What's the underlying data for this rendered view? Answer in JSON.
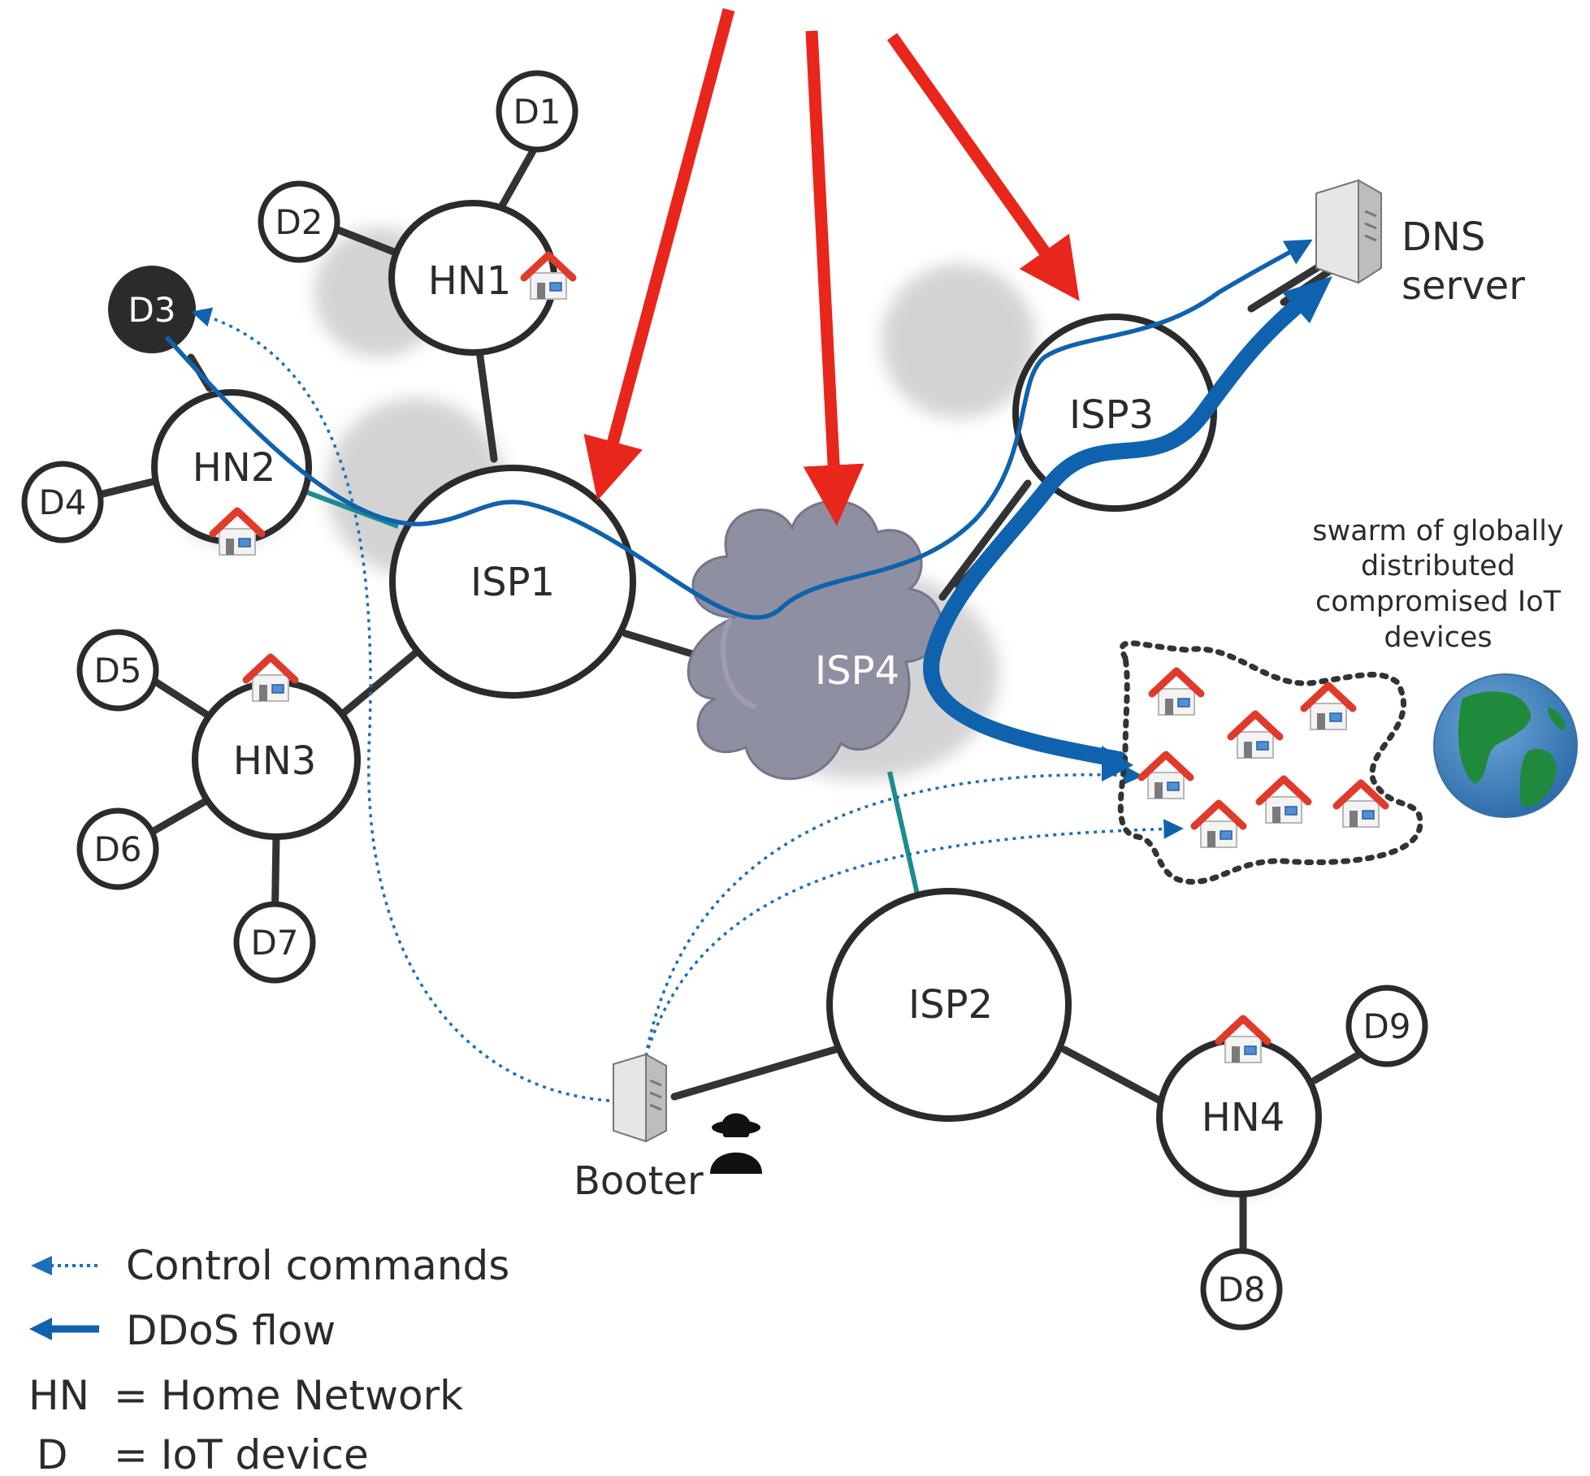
{
  "nodes": {
    "isp1": "ISP1",
    "isp2": "ISP2",
    "isp3": "ISP3",
    "isp4": "ISP4",
    "hn1": "HN1",
    "hn2": "HN2",
    "hn3": "HN3",
    "hn4": "HN4",
    "d1": "D1",
    "d2": "D2",
    "d3": "D3",
    "d4": "D4",
    "d5": "D5",
    "d6": "D6",
    "d7": "D7",
    "d8": "D8",
    "d9": "D9"
  },
  "labels": {
    "dns_line1": "DNS",
    "dns_line2": "server",
    "booter": "Booter",
    "swarm_line1": "swarm of globally",
    "swarm_line2": "distributed",
    "swarm_line3": "compromised IoT",
    "swarm_line4": "devices"
  },
  "legend": {
    "control": "Control commands",
    "ddos": "DDoS flow",
    "hn_abbr": "HN",
    "hn_def": "= Home Network",
    "d_abbr": "D",
    "d_def": "= IoT device"
  },
  "colors": {
    "link": "#333333",
    "flow_blue": "#0f62ad",
    "teal_link": "#1f8a8f",
    "red_arrow": "#e8261b",
    "cloud": "#8f8fa2",
    "infected_node": "#2b2b2b"
  },
  "icons": {
    "home": "house-icon",
    "server": "server-icon",
    "attacker": "hacker-icon",
    "globe": "globe-icon"
  }
}
